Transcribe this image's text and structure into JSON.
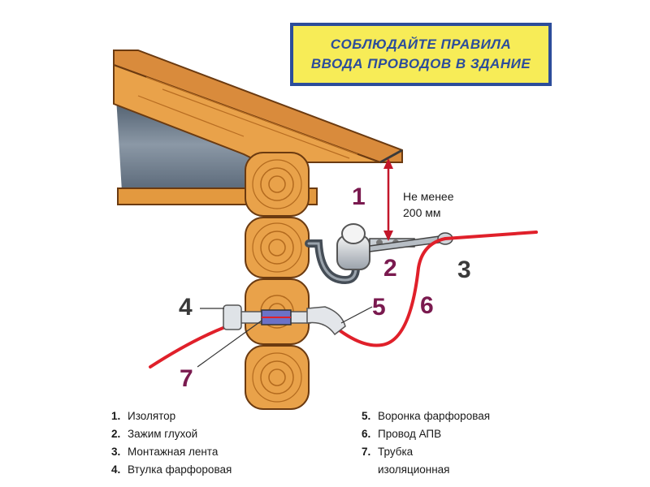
{
  "title": {
    "line1": "СОБЛЮДАЙТЕ ПРАВИЛА",
    "line2": "ВВОДА ПРОВОДОВ В ЗДАНИЕ"
  },
  "distance_label": {
    "line1": "Не менее",
    "line2": "200 мм"
  },
  "callouts": {
    "c1": "1",
    "c2": "2",
    "c3": "3",
    "c4": "4",
    "c5": "5",
    "c6": "6",
    "c7": "7"
  },
  "legend": {
    "left": [
      {
        "num": "1.",
        "text": "Изолятор"
      },
      {
        "num": "2.",
        "text": "Зажим глухой"
      },
      {
        "num": "3.",
        "text": "Монтажная лента"
      },
      {
        "num": "4.",
        "text": "Втулка фарфоровая"
      }
    ],
    "right": [
      {
        "num": "5.",
        "text": "Воронка фарфоровая"
      },
      {
        "num": "6.",
        "text": "Провод АПВ"
      },
      {
        "num": "7.",
        "text": "Трубка"
      },
      {
        "num": "",
        "text": "изоляционная"
      }
    ]
  },
  "colors": {
    "wire": "#e0202a",
    "wood": "#e9a24a",
    "wood_dark": "#b36a1e",
    "roof_fill": "#d88a3c",
    "metal": "#5a6570",
    "title_bg": "#f7ec57",
    "title_border": "#2c4d9b",
    "callout_purple": "#7a1a4f"
  }
}
